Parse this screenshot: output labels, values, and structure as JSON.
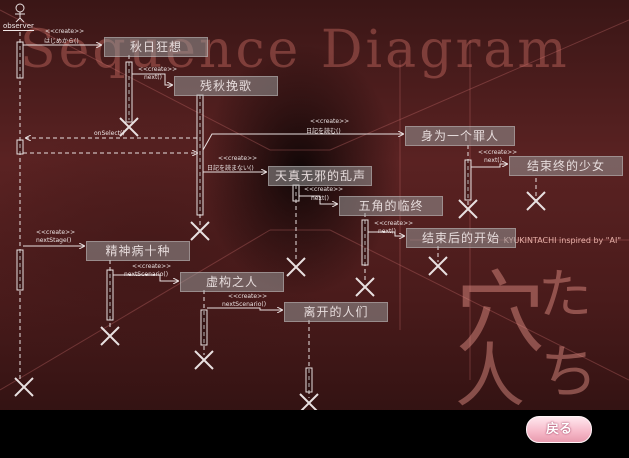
{
  "watermark_title": "Sequence Diagram",
  "kanji_art": {
    "a": "穴",
    "b": "た",
    "c": "ち",
    "d": "人"
  },
  "credit": "KYUKINTACHI inspired by \"AI\"",
  "actor": {
    "label": "observer"
  },
  "scenes": [
    {
      "title": "秋日狂想",
      "message": "はじめから()"
    },
    {
      "title": "残秋挽歌",
      "message": "next()"
    },
    {
      "title": "身为一个罪人",
      "message": "日記を読む()"
    },
    {
      "title": "结束终的少女",
      "message": "next()"
    },
    {
      "title": "天真无邪的乱声",
      "message": "日記を読まない()"
    },
    {
      "title": "五角的临终",
      "message": "next()"
    },
    {
      "title": "结束后的开始",
      "message": "next()"
    },
    {
      "title": "精神病十种",
      "message": "nextStage()"
    },
    {
      "title": "虚构之人",
      "message": "nextScenario()"
    },
    {
      "title": "离开的人们",
      "message": "nextScenario()"
    }
  ],
  "stereotype": "<<create>>",
  "return_label": "onSelect()",
  "back_button": {
    "label": "戻る"
  }
}
